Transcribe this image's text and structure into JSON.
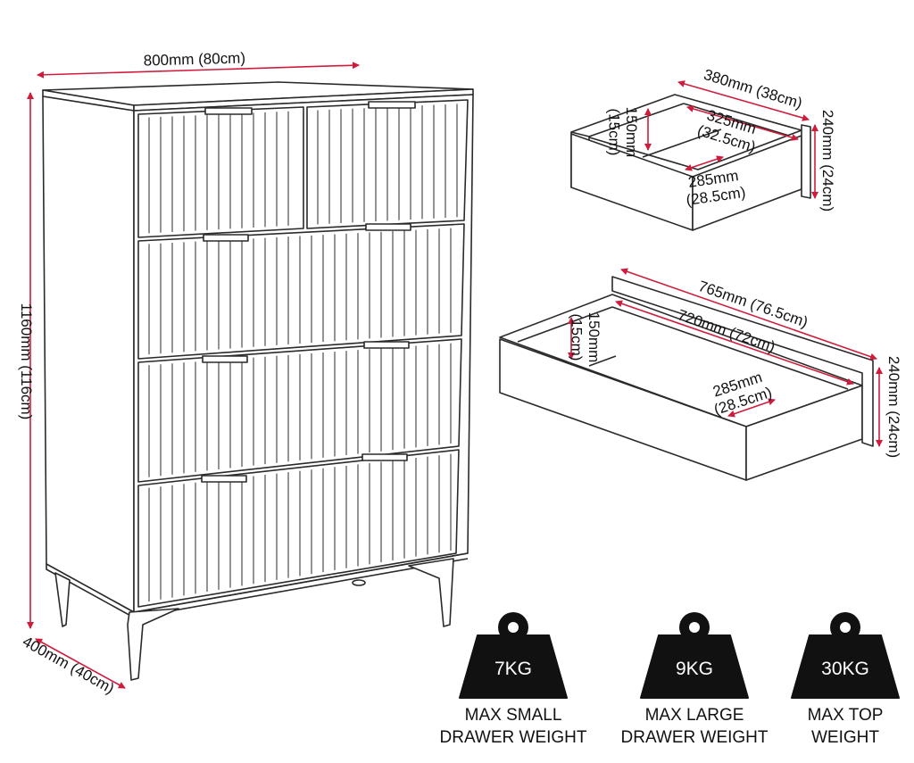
{
  "colors": {
    "dimension_line": "#d01c3c",
    "line": "#2a2a2a",
    "weight_fill": "#111111"
  },
  "chest": {
    "width_label": "800mm (80cm)",
    "height_label": "1160mm (116cm)",
    "depth_label": "400mm (40cm)"
  },
  "small_drawer": {
    "outer_width_label": "380mm (38cm)",
    "inner_width_label": "325mm\n(32.5cm)",
    "inner_depth_label": "285mm\n(28.5cm)",
    "inner_height_label": "150mm\n(15cm)",
    "outer_height_label": "240mm (24cm)"
  },
  "large_drawer": {
    "outer_width_label": "765mm (76.5cm)",
    "inner_width_label": "720mm (72cm)",
    "inner_depth_label": "285mm\n(28.5cm)",
    "inner_height_label": "150mm\n(15cm)",
    "outer_height_label": "240mm (24cm)"
  },
  "weights": [
    {
      "value": "7KG",
      "label_line1": "MAX SMALL",
      "label_line2": "DRAWER WEIGHT",
      "icon": "weight-icon"
    },
    {
      "value": "9KG",
      "label_line1": "MAX LARGE",
      "label_line2": "DRAWER WEIGHT",
      "icon": "weight-icon"
    },
    {
      "value": "30KG",
      "label_line1": "MAX TOP",
      "label_line2": "WEIGHT",
      "icon": "weight-icon"
    }
  ]
}
